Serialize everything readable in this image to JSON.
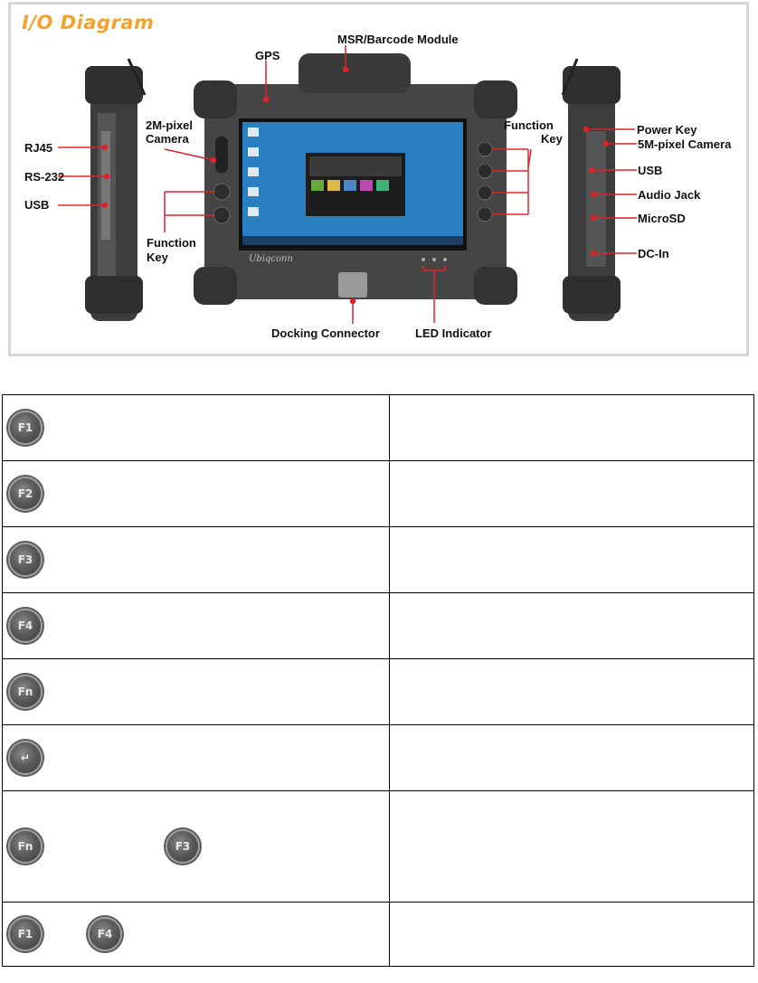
{
  "diagram": {
    "title": "I/O Diagram",
    "labels": {
      "msr": "MSR/Barcode Module",
      "gps": "GPS",
      "camera2m_line1": "2M-pixel",
      "camera2m_line2": "Camera",
      "function_key_right_line1": "Function",
      "function_key_right_line2": "Key",
      "function_key_left_line1": "Function",
      "function_key_left_line2": "Key",
      "rj45": "RJ45",
      "rs232": "RS-232",
      "usb_left": "USB",
      "power_key": "Power Key",
      "camera5m": "5M-pixel Camera",
      "usb_right": "USB",
      "audio_jack": "Audio Jack",
      "microsd": "MicroSD",
      "dc_in": "DC-In",
      "docking": "Docking Connector",
      "led": "LED Indicator",
      "brand": "Ubiqconn"
    }
  },
  "table": {
    "rows": [
      {
        "key1": "F1",
        "key2": "",
        "desc": ""
      },
      {
        "key1": "F2",
        "key2": "",
        "desc": ""
      },
      {
        "key1": "F3",
        "key2": "",
        "desc": ""
      },
      {
        "key1": "F4",
        "key2": "",
        "desc": ""
      },
      {
        "key1": "Fn",
        "key2": "",
        "desc": ""
      },
      {
        "key1": "↵",
        "key2": "",
        "desc": ""
      },
      {
        "key1": "Fn",
        "key2": "F3",
        "desc": ""
      },
      {
        "key1": "F1",
        "key2": "F4",
        "desc": ""
      }
    ]
  },
  "colors": {
    "accent": "#f3a32b",
    "pointer": "#e0202a",
    "device": "#454545"
  }
}
